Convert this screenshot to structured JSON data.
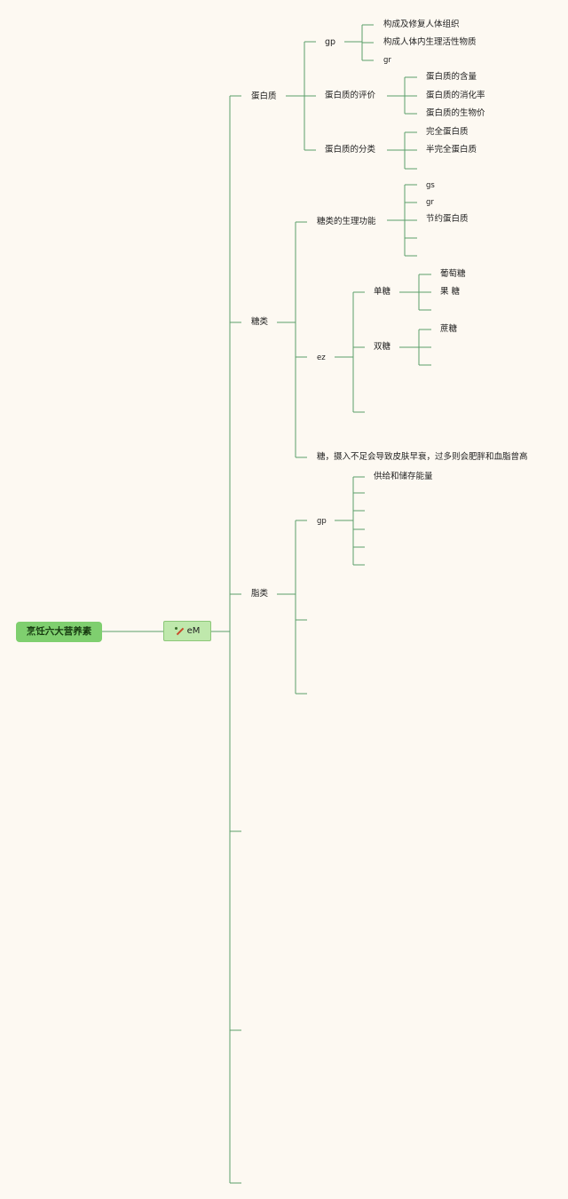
{
  "root": {
    "label": "烹饪六大营养素"
  },
  "hub": {
    "label": "eM",
    "icon": "tools-icon"
  },
  "protein": {
    "label": "蛋白质",
    "gp": {
      "label": "gp",
      "items": [
        "构成及修复人体组织",
        "构成人体内生理活性物质",
        "gr"
      ]
    },
    "eval": {
      "label": "蛋白质的评价",
      "items": [
        "蛋白质的含量",
        "蛋白质的消化率",
        "蛋白质的生物价"
      ]
    },
    "class": {
      "label": "蛋白质的分类",
      "items": [
        "完全蛋白质",
        "半完全蛋白质"
      ]
    }
  },
  "sugar": {
    "label": "糖类",
    "func": {
      "label": "糖类的生理功能",
      "items": [
        "gs",
        "gr",
        "节约蛋白质"
      ]
    },
    "ez": {
      "label": "ez",
      "mono": {
        "label": "单糖",
        "items": [
          "葡萄糖",
          "果 糖"
        ]
      },
      "di": {
        "label": "双糖",
        "items": [
          "蔗糖"
        ]
      }
    },
    "note": "糖，摄入不足会导致皮肤早衰，过多则会肥胖和血脂曾高"
  },
  "fat": {
    "label": "脂类",
    "gp": {
      "label": "gp",
      "items": [
        "供给和储存能量"
      ]
    }
  },
  "colors": {
    "line": "#5aa06a",
    "root_fill": "#7fcf6f",
    "hub_fill": "#bfe8ac",
    "background": "#fdf9f2"
  }
}
